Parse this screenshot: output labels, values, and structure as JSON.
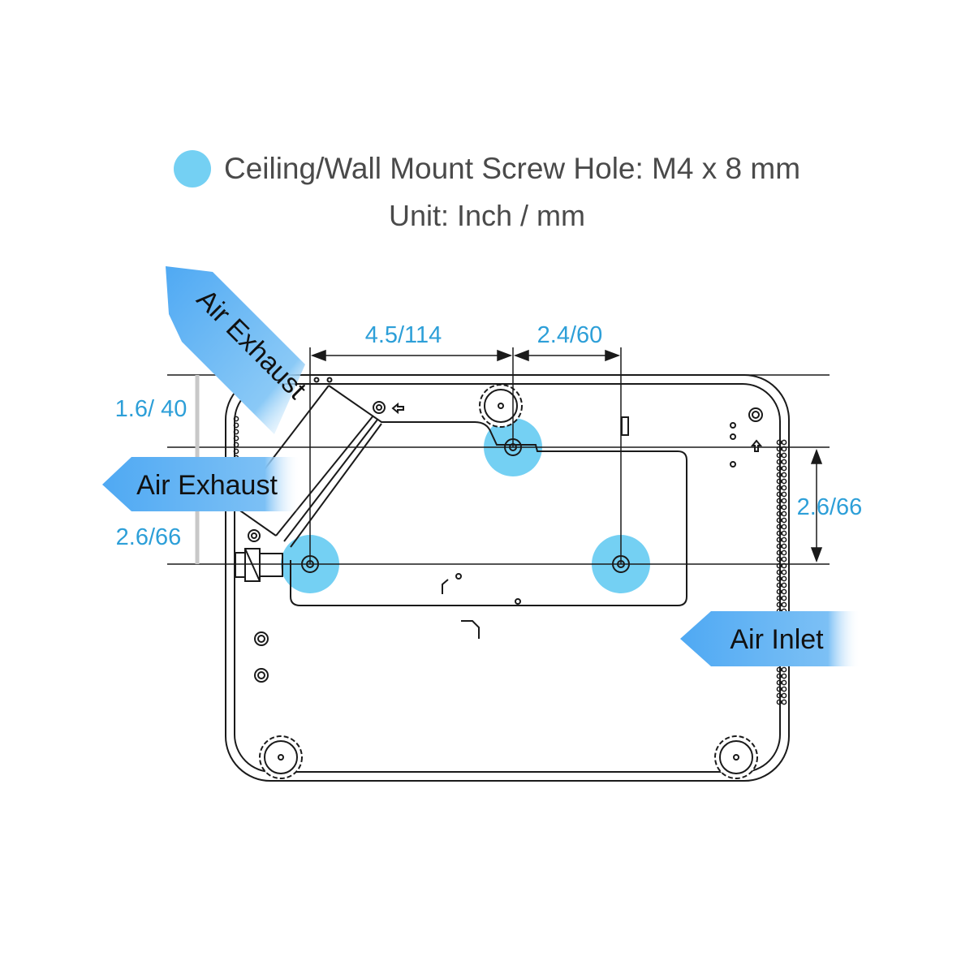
{
  "legend": {
    "screw_hole_label": "Ceiling/Wall Mount Screw Hole: M4 x 8 mm",
    "unit_label": "Unit: Inch / mm"
  },
  "colors": {
    "accent_blue": "#2d9fd8",
    "hole_fill": "#74d0f3",
    "arrow_fill": "#4fa9f3",
    "line": "#1a1a1a"
  },
  "dimensions": {
    "top_left": "4.5/114",
    "top_right": "2.4/60",
    "left_upper": "1.6/ 40",
    "left_lower": "2.6/66",
    "right": "2.6/66"
  },
  "airflow": {
    "exhaust_diagonal": "Air Exhaust",
    "exhaust_left": "Air Exhaust",
    "inlet_right": "Air Inlet"
  }
}
